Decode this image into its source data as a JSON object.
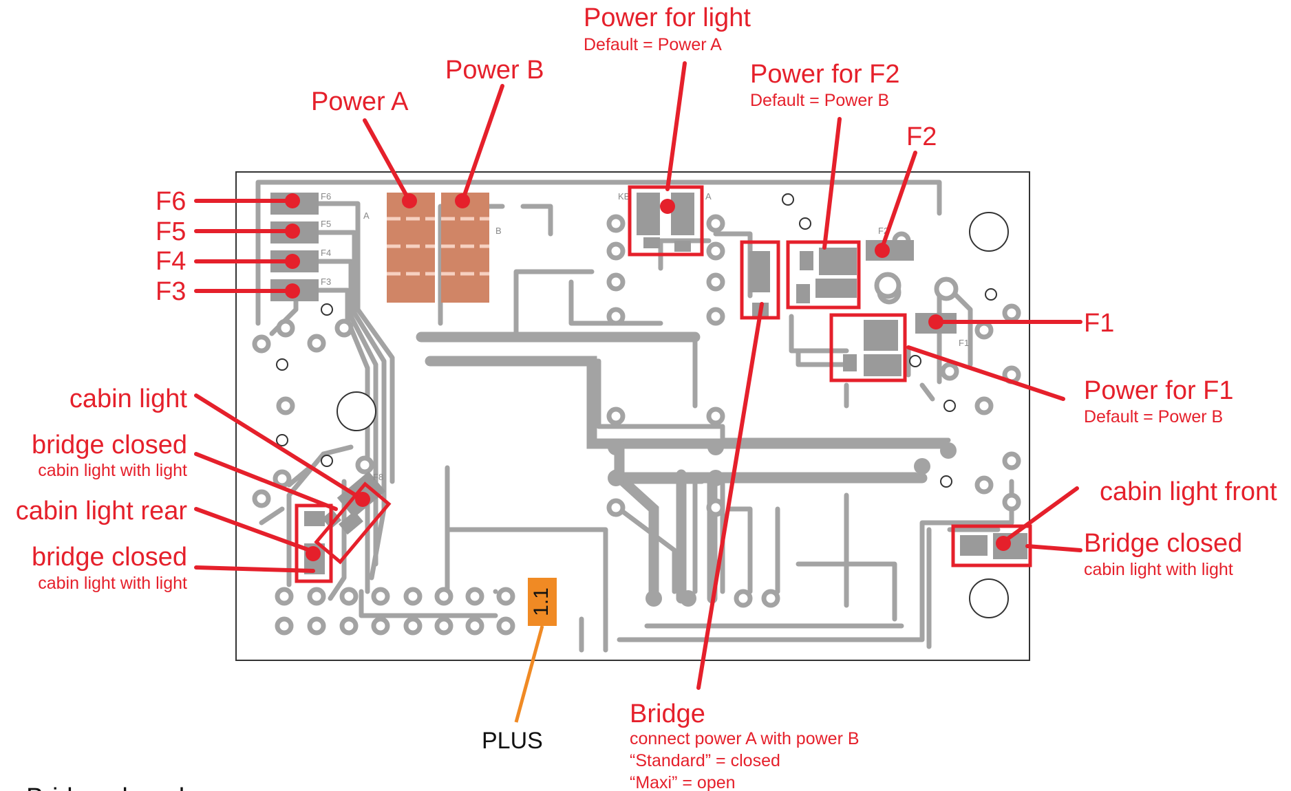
{
  "colors": {
    "board_outline": "#333333",
    "trace": "#a3a3a3",
    "pad": "#9a9a9a",
    "power_pad": "#d08566",
    "annotation": "#e5202b",
    "plus_marker": "#f08a24",
    "plus_line": "#f08a24"
  },
  "labels": {
    "power_a": "Power A",
    "power_b": "Power B",
    "power_light": "Power for light",
    "power_light_default": "Default = Power A",
    "power_f2": "Power for F2",
    "power_f2_default": "Default = Power B",
    "f2": "F2",
    "f6": "F6",
    "f5": "F5",
    "f4": "F4",
    "f3": "F3",
    "f1": "F1",
    "power_f1": "Power for F1",
    "power_f1_default": "Default = Power B",
    "cabin_light": "cabin light",
    "bridge_closed_1": "bridge closed",
    "bridge_closed_1_sub": "cabin light with light",
    "cabin_light_rear": "cabin light rear",
    "bridge_closed_2": "bridge closed",
    "bridge_closed_2_sub": "cabin light with light",
    "cabin_light_front": "cabin light front",
    "bridge_closed_right": "Bridge closed",
    "bridge_closed_right_sub": "cabin light with light",
    "bridge": "Bridge",
    "bridge_line1": "connect power A with power B",
    "bridge_line2": "“Standard” = closed",
    "bridge_line3": "“Maxi” = open",
    "plus": "PLUS",
    "plus_marker_text": "1.1",
    "bottom_partial": "Bridge closed"
  },
  "silkscreen": {
    "f6": "F6",
    "f5": "F5",
    "f4": "F4",
    "f3": "F3",
    "a": "A",
    "b": "B",
    "f1": "F1",
    "f2": "F2",
    "f8": "F8",
    "kb": "KB",
    "ka": "A"
  }
}
